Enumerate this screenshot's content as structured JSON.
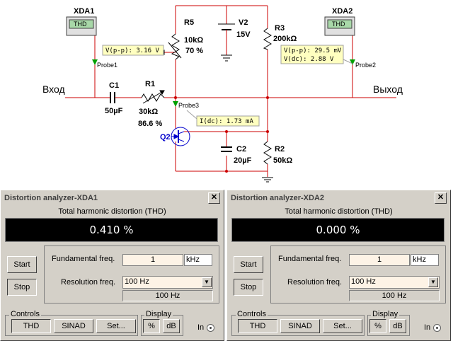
{
  "schematic": {
    "instrument1_name": "XDA1",
    "instrument2_name": "XDA2",
    "instrument_screen_label": "THD",
    "input_label": "Вход",
    "output_label": "Выход",
    "c1": {
      "name": "C1",
      "value": "50µF"
    },
    "r1": {
      "name": "R1",
      "value": "30kΩ",
      "setting": "86.6 %"
    },
    "r5": {
      "name": "R5",
      "value": "10kΩ",
      "setting": "70 %"
    },
    "v2": {
      "name": "V2",
      "value": "15V"
    },
    "r3": {
      "name": "R3",
      "value": "200kΩ"
    },
    "q2": {
      "name": "Q2"
    },
    "c2": {
      "name": "C2",
      "value": "20µF"
    },
    "r2": {
      "name": "R2",
      "value": "50kΩ"
    },
    "probe1": {
      "name": "Probe1",
      "reading": "V(p-p): 3.16 V"
    },
    "probe2": {
      "name": "Probe2",
      "reading1": "V(p-p): 29.5 mV",
      "reading2": "V(dc): 2.88 V"
    },
    "probe3": {
      "name": "Probe3",
      "reading": "I(dc): 1.73 mA"
    }
  },
  "panels": [
    {
      "title": "Distortion analyzer-XDA1",
      "close": "✕",
      "thd_label": "Total harmonic distortion (THD)",
      "thd_value": "0.410 %",
      "start_label": "Start",
      "stop_label": "Stop",
      "fundamental_label": "Fundamental freq.",
      "fundamental_value": "1",
      "fundamental_unit": "kHz",
      "resolution_label": "Resolution freq.",
      "resolution_value": "100 Hz",
      "resolution_readout": "100 Hz",
      "controls_label": "Controls",
      "controls": [
        "THD",
        "SINAD",
        "Set..."
      ],
      "display_label": "Display",
      "display_buttons": [
        "%",
        "dB"
      ],
      "in_label": "In"
    },
    {
      "title": "Distortion analyzer-XDA2",
      "close": "✕",
      "thd_label": "Total harmonic distortion (THD)",
      "thd_value": "0.000 %",
      "start_label": "Start",
      "stop_label": "Stop",
      "fundamental_label": "Fundamental freq.",
      "fundamental_value": "1",
      "fundamental_unit": "kHz",
      "resolution_label": "Resolution freq.",
      "resolution_value": "100 Hz",
      "resolution_readout": "100 Hz",
      "controls_label": "Controls",
      "controls": [
        "THD",
        "SINAD",
        "Set..."
      ],
      "display_label": "Display",
      "display_buttons": [
        "%",
        "dB"
      ],
      "in_label": "In"
    }
  ],
  "colors": {
    "wire": "#cc0000",
    "probe": "#00a000",
    "transistor": "#0000cc",
    "tooltip": "#ffffc0"
  }
}
